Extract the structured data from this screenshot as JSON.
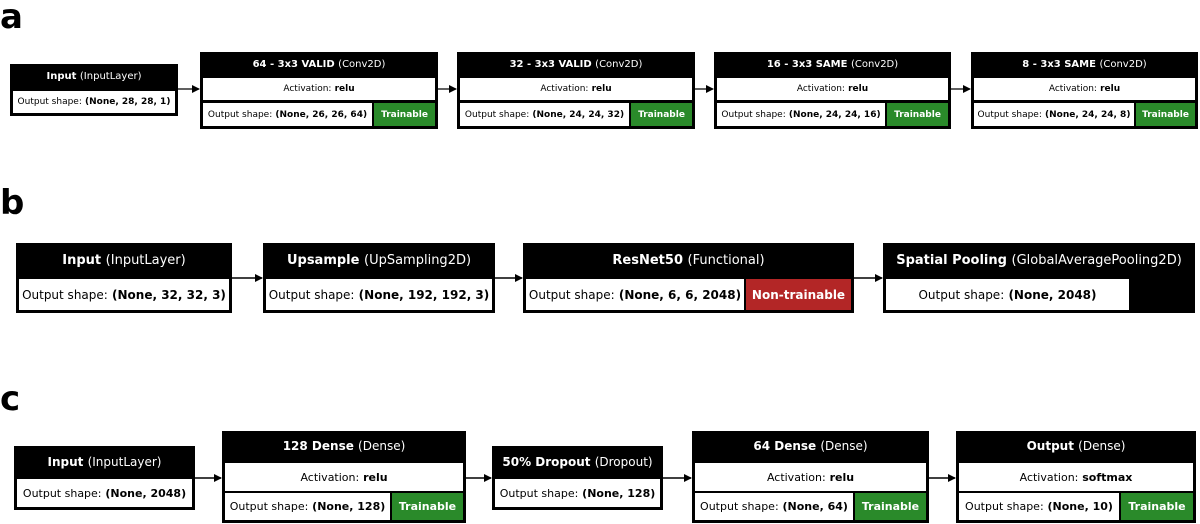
{
  "panels": {
    "a": {
      "label": "a",
      "nodes": [
        {
          "name": "Input",
          "type": "(InputLayer)",
          "output_label": "Output shape:",
          "output_value": "(None, 28, 28, 1)"
        },
        {
          "name": "64 - 3x3 VALID",
          "type": "(Conv2D)",
          "activation_label": "Activation:",
          "activation_value": "relu",
          "output_label": "Output shape:",
          "output_value": "(None, 26, 26, 64)",
          "status": "Trainable"
        },
        {
          "name": "32 - 3x3 VALID",
          "type": "(Conv2D)",
          "activation_label": "Activation:",
          "activation_value": "relu",
          "output_label": "Output shape:",
          "output_value": "(None, 24, 24, 32)",
          "status": "Trainable"
        },
        {
          "name": "16 - 3x3 SAME",
          "type": "(Conv2D)",
          "activation_label": "Activation:",
          "activation_value": "relu",
          "output_label": "Output shape:",
          "output_value": "(None, 24, 24, 16)",
          "status": "Trainable"
        },
        {
          "name": "8 - 3x3 SAME",
          "type": "(Conv2D)",
          "activation_label": "Activation:",
          "activation_value": "relu",
          "output_label": "Output shape:",
          "output_value": "(None, 24, 24, 8)",
          "status": "Trainable"
        }
      ]
    },
    "b": {
      "label": "b",
      "nodes": [
        {
          "name": "Input",
          "type": "(InputLayer)",
          "output_label": "Output shape:",
          "output_value": "(None, 32, 32, 3)"
        },
        {
          "name": "Upsample",
          "type": "(UpSampling2D)",
          "output_label": "Output shape:",
          "output_value": "(None, 192, 192, 3)"
        },
        {
          "name": "ResNet50",
          "type": "(Functional)",
          "output_label": "Output shape:",
          "output_value": "(None, 6, 6, 2048)",
          "status": "Non-trainable"
        },
        {
          "name": "Spatial Pooling",
          "type": "(GlobalAveragePooling2D)",
          "output_label": "Output shape:",
          "output_value": "(None, 2048)"
        }
      ]
    },
    "c": {
      "label": "c",
      "nodes": [
        {
          "name": "Input",
          "type": "(InputLayer)",
          "output_label": "Output shape:",
          "output_value": "(None, 2048)"
        },
        {
          "name": "128 Dense",
          "type": "(Dense)",
          "activation_label": "Activation:",
          "activation_value": "relu",
          "output_label": "Output shape:",
          "output_value": "(None, 128)",
          "status": "Trainable"
        },
        {
          "name": "50% Dropout",
          "type": "(Dropout)",
          "output_label": "Output shape:",
          "output_value": "(None, 128)"
        },
        {
          "name": "64 Dense",
          "type": "(Dense)",
          "activation_label": "Activation:",
          "activation_value": "relu",
          "output_label": "Output shape:",
          "output_value": "(None, 64)",
          "status": "Trainable"
        },
        {
          "name": "Output",
          "type": "(Dense)",
          "activation_label": "Activation:",
          "activation_value": "softmax",
          "output_label": "Output shape:",
          "output_value": "(None, 10)",
          "status": "Trainable"
        }
      ]
    }
  },
  "colors": {
    "trainable": "#2a8a2a",
    "non_trainable": "#b32626",
    "node_border": "#000000"
  }
}
